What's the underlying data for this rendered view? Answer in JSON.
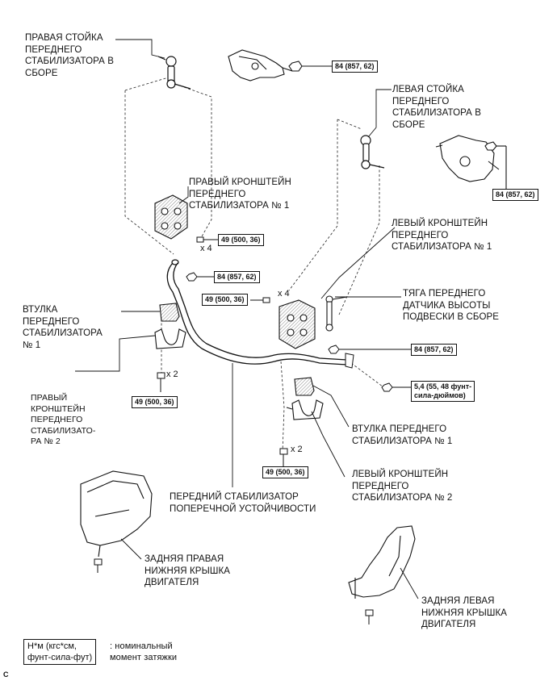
{
  "labels": {
    "right_link": "ПРАВАЯ СТОЙКА\nПЕРЕДНЕГО\nСТАБИЛИЗАТОРА В\nСБОРЕ",
    "left_link": "ЛЕВАЯ СТОЙКА\nПЕРЕДНЕГО\nСТАБИЛИЗАТОРА В\nСБОРЕ",
    "right_bracket1": "ПРАВЫЙ КРОНШТЕЙН\nПЕРЕДНЕГО\nСТАБИЛИЗАТОРА № 1",
    "left_bracket1": "ЛЕВЫЙ КРОНШТЕЙН\nПЕРЕДНЕГО\nСТАБИЛИЗАТОРА № 1",
    "bushing_right": "ВТУЛКА\nПЕРЕДНЕГО\nСТАБИЛИЗАТОРА\n№ 1",
    "height_sensor_link": "ТЯГА ПЕРЕДНЕГО\nДАТЧИКА ВЫСОТЫ\nПОДВЕСКИ В СБОРЕ",
    "right_bracket2": "ПРАВЫЙ\nКРОНШТЕЙН\nПЕРЕДНЕГО\nСТАБИЛИЗАТО-\nРА № 2",
    "bushing_left": "ВТУЛКА ПЕРЕДНЕГО\nСТАБИЛИЗАТОРА № 1",
    "left_bracket2": "ЛЕВЫЙ КРОНШТЕЙН\nПЕРЕДНЕГО\nСТАБИЛИЗАТОРА № 2",
    "stabilizer_bar": "ПЕРЕДНИЙ СТАБИЛИЗАТОР\nПОПЕРЕЧНОЙ УСТОЙЧИВОСТИ",
    "rear_right_cover": "ЗАДНЯЯ ПРАВАЯ\nНИЖНЯЯ КРЫШКА\nДВИГАТЕЛЯ",
    "rear_left_cover": "ЗАДНЯЯ ЛЕВАЯ\nНИЖНЯЯ КРЫШКА\nДВИГАТЕЛЯ"
  },
  "torques": {
    "t_right_link_nut": "84 (857, 62)",
    "t_left_link_nut": "84 (857, 62)",
    "t_right_bracket_bolt": "49 (500, 36)",
    "t_bar_nut": "84 (857, 62)",
    "t_left_bracket_bolt": "49 (500, 36)",
    "t_left_bar_nut": "84 (857, 62)",
    "t_sensor_nut": "5,4 (55, 48 фунт-\nсила-дюймов)",
    "t_right_bracket2_bolt": "49 (500, 36)",
    "t_left_bracket2_bolt": "49 (500, 36)"
  },
  "multipliers": {
    "m_right_bracket1": "x 4",
    "m_left_bracket1": "x 4",
    "m_right_bracket2": "x 2",
    "m_left_bracket2": "x 2"
  },
  "legend": {
    "units": "Н*м (кгс*см,\nфунт-сила-фут)",
    "meaning": ": номинальный\nмомент затяжки"
  },
  "figure_code": "C"
}
